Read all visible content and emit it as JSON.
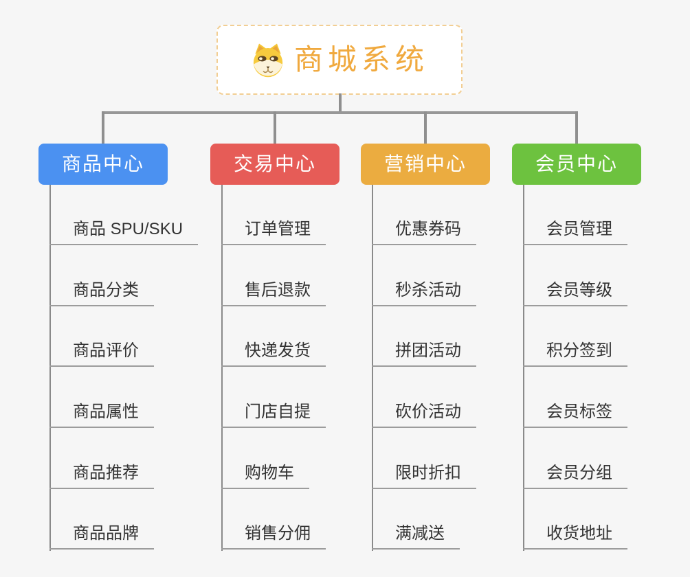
{
  "root": {
    "title": "商城系统",
    "icon": "dog-face-icon",
    "text_color": "#F0A93E",
    "border_color": "#F2CE93"
  },
  "connector_color": "#8F8F8F",
  "branches": [
    {
      "label": "商品中心",
      "color": "#4B91F1",
      "children": [
        "商品 SPU/SKU",
        "商品分类",
        "商品评价",
        "商品属性",
        "商品推荐",
        "商品品牌"
      ]
    },
    {
      "label": "交易中心",
      "color": "#E65C57",
      "children": [
        "订单管理",
        "售后退款",
        "快递发货",
        "门店自提",
        "购物车",
        "销售分佣"
      ]
    },
    {
      "label": "营销中心",
      "color": "#EBAC40",
      "children": [
        "优惠券码",
        "秒杀活动",
        "拼团活动",
        "砍价活动",
        "限时折扣",
        "满减送"
      ]
    },
    {
      "label": "会员中心",
      "color": "#6DC23F",
      "children": [
        "会员管理",
        "会员等级",
        "积分签到",
        "会员标签",
        "会员分组",
        "收货地址"
      ]
    }
  ]
}
